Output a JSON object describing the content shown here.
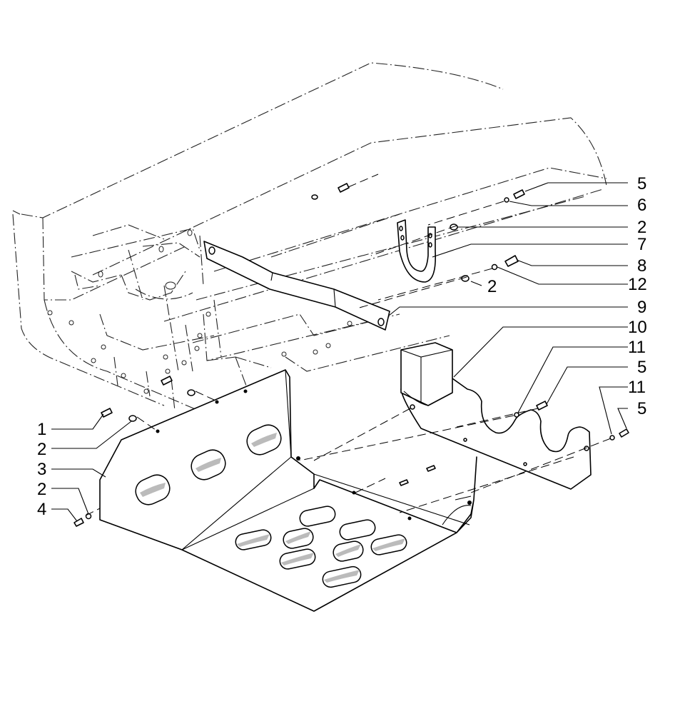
{
  "callouts": [
    {
      "id": "c5a",
      "text": "5"
    },
    {
      "id": "c6",
      "text": "6"
    },
    {
      "id": "c2a",
      "text": "2"
    },
    {
      "id": "c7",
      "text": "7"
    },
    {
      "id": "c8",
      "text": "8"
    },
    {
      "id": "c2b",
      "text": "2"
    },
    {
      "id": "c12",
      "text": "12"
    },
    {
      "id": "c9",
      "text": "9"
    },
    {
      "id": "c10",
      "text": "10"
    },
    {
      "id": "c11a",
      "text": "11"
    },
    {
      "id": "c5b",
      "text": "5"
    },
    {
      "id": "c11b",
      "text": "11"
    },
    {
      "id": "c5c",
      "text": "5"
    },
    {
      "id": "c1",
      "text": "1"
    },
    {
      "id": "c2c",
      "text": "2"
    },
    {
      "id": "c3",
      "text": "3"
    },
    {
      "id": "c2d",
      "text": "2"
    },
    {
      "id": "c4",
      "text": "4"
    }
  ],
  "colors": {
    "line": "#000000",
    "phantom": "#222222",
    "background": "#ffffff"
  }
}
